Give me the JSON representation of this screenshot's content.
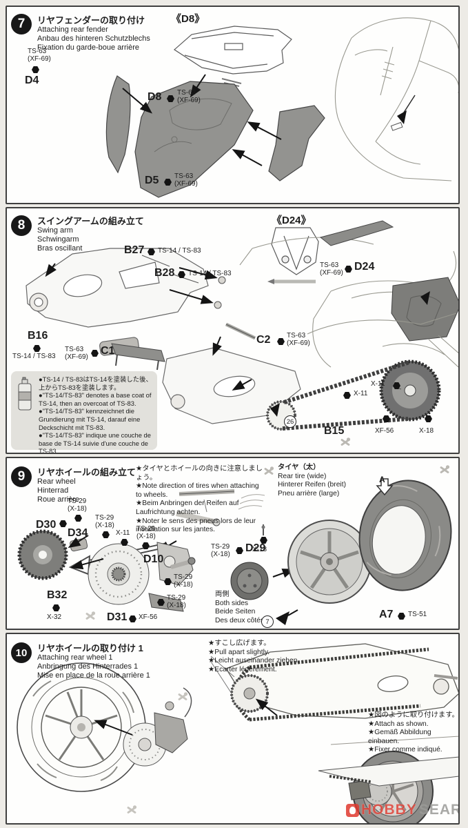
{
  "s7": {
    "num": "7",
    "ja": "リヤフェンダーの取り付け",
    "en": "Attaching rear fender",
    "de": "Anbau des hinteren Schutzblechs",
    "fr": "Fixation du garde-boue arrière",
    "detail": "《D8》",
    "d4_id": "D4",
    "d4_p1": "TS-63",
    "d4_p2": "(XF-69)",
    "d8_id": "D8",
    "d8_p1": "TS-63",
    "d8_p2": "(XF-69)",
    "d5_id": "D5",
    "d5_p1": "TS-63",
    "d5_p2": "(XF-69)"
  },
  "s8": {
    "num": "8",
    "ja": "スイングアームの組み立て",
    "en": "Swing arm",
    "de": "Schwingarm",
    "fr": "Bras oscillant",
    "detail": "《D24》",
    "b27_id": "B27",
    "b27_p": "TS-14 / TS-83",
    "b28_id": "B28",
    "b28_p": "TS-14 / TS-83",
    "b16_id": "B16",
    "b16_p": "TS-14 / TS-83",
    "c1_id": "C1",
    "c1_p1": "TS-63",
    "c1_p2": "(XF-69)",
    "c2_id": "C2",
    "c2_p1": "TS-63",
    "c2_p2": "(XF-69)",
    "d24_id": "D24",
    "d24_p1": "TS-63",
    "d24_p2": "(XF-69)",
    "x11_a": "X-11",
    "x11_b": "X-11",
    "b15": "B15",
    "xf56": "XF-56",
    "x18": "X-18",
    "ref26": "26",
    "note_ja": "●TS-14 / TS-83はTS-14を塗装した後、上からTS-83を塗装します。",
    "note_en": "●\"TS-14/TS-83\" denotes a base coat of TS-14, then an overcoat of TS-83.",
    "note_de": "●\"TS-14/TS-83\" kennzeichnet die Grundierung mit TS-14, darauf eine Deckschicht mit TS-83.",
    "note_fr": "●\"TS-14/TS-83\" indique une couche de base de TS-14 suivie d'une couche de TS-83."
  },
  "s9": {
    "num": "9",
    "ja": "リヤホイールの組み立て",
    "en": "Rear wheel",
    "de": "Hinterrad",
    "fr": "Roue arrière",
    "dir_ja": "★タイヤとホイールの向きに注意しましょう。",
    "dir_en": "★Note direction of tires when attaching to wheels.",
    "dir_de": "★Beim Anbringen der Reifen auf Laufrichtung achten.",
    "dir_fr": "★Noter le sens des pneus lors de leur installation sur les jantes.",
    "tire_ja": "タイヤ（太）",
    "tire_en": "Rear tire (wide)",
    "tire_de": "Hinterer Reifen (breit)",
    "tire_fr": "Pneu arrière (large)",
    "ts29": "TS-29",
    "x18p": "(X-18)",
    "d30": "D30",
    "d34": "D34",
    "d10": "D10",
    "d29": "D29",
    "d31": "D31",
    "b32": "B32",
    "a7": "A7",
    "x11": "X-11",
    "x32": "X-32",
    "xf56": "XF-56",
    "ts51": "TS-51",
    "x18": "X-18",
    "a_mark": "A",
    "both_ja": "両側",
    "both_en": "Both sides",
    "both_de": "Beide Seiten",
    "both_fr": "Des deux côtés",
    "ref7": "7"
  },
  "s10": {
    "num": "10",
    "ja": "リヤホイールの取り付け 1",
    "en": "Attaching rear wheel 1",
    "de": "Anbringung des Hinterrades 1",
    "fr": "Mise en place de la roue arrière 1",
    "pull_ja": "★すこし広げます。",
    "pull_en": "★Pull apart slightly.",
    "pull_de": "★Leicht auseinander ziehen.",
    "pull_fr": "★Ecarter légèrement.",
    "attach_ja": "★図のように取り付けます。",
    "attach_en": "★Attach as shown.",
    "attach_de": "★Gemäß Abbildung einbauen.",
    "attach_fr": "★Fixer comme indiqué."
  },
  "watermark": {
    "hobby": "HOBBY",
    "search": "SEARCH"
  }
}
